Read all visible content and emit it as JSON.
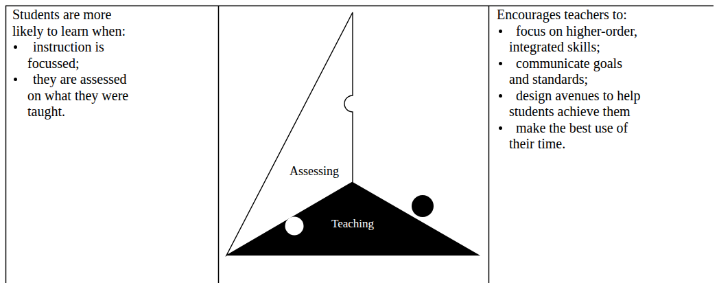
{
  "diagram": {
    "nodes": [
      {
        "text": [
          "Students are more likely to learn when:",
          "instruction is focussed;",
          "they are assessed on what they were taught."
        ]
      },
      {
        "text": [
          "Assessing"
        ]
      },
      {
        "text": [
          "Teaching"
        ]
      },
      {
        "text": [
          "Encourages teachers to:",
          "focus on higher-order, integrated skills;",
          "communicate goals and standards;",
          "design avenues to help students achieve them",
          "make the best use of their time."
        ]
      }
    ]
  }
}
